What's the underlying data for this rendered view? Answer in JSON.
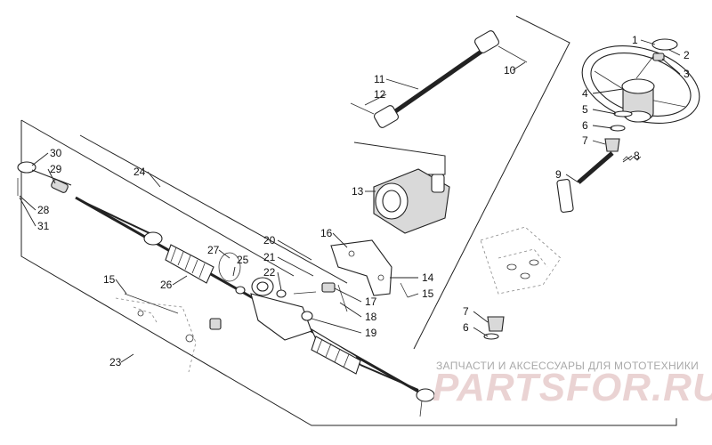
{
  "callouts": [
    "1",
    "2",
    "3",
    "4",
    "5",
    "6",
    "7",
    "8",
    "9",
    "10",
    "11",
    "12",
    "13",
    "14",
    "15",
    "16",
    "17",
    "18",
    "19",
    "20",
    "21",
    "22",
    "23",
    "24",
    "25",
    "26",
    "27",
    "28",
    "29",
    "30",
    "31",
    "15",
    "6",
    "7"
  ],
  "watermark": {
    "caption": "ЗАПЧАСТИ И АКСЕССУАРЫ ДЛЯ МОТОТЕХНИКИ",
    "logo": "PARTSFOR.RU"
  },
  "colors": {
    "ink": "#222222",
    "watermark_text": "#a9a9a9",
    "watermark_logo": "#ead3d3"
  }
}
